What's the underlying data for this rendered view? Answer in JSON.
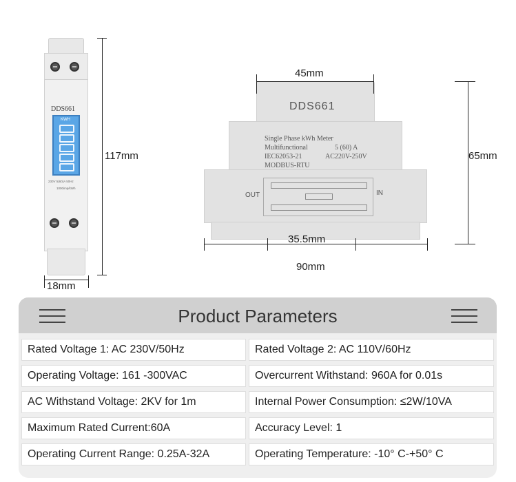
{
  "front_meter": {
    "model": "DDS661",
    "lcd_unit": "KWH",
    "spec_line": "230V 5(60)A 50Hz",
    "imp_line": "1000imp/kWh",
    "height_label": "117mm",
    "width_label": "18mm"
  },
  "side_meter": {
    "model": "DDS661",
    "line1": "Single Phase kWh Meter",
    "line2_left": "Multifunctional",
    "line2_right": "5 (60) A",
    "line3_left": "IEC62053-21",
    "line3_right": "AC220V-250V",
    "line4": "MODBUS-RTU",
    "out_label": "OUT",
    "in_label": "IN",
    "top_width_label": "45mm",
    "height_label": "65mm",
    "rail_label": "35.5mm",
    "total_width_label": "90mm"
  },
  "params": {
    "title": "Product Parameters",
    "rows": [
      {
        "left": "Rated Voltage 1: AC 230V/50Hz",
        "right": "Rated Voltage 2: AC 110V/60Hz"
      },
      {
        "left": "Operating Voltage: 161 -300VAC",
        "right": "Overcurrent Withstand: 960A for 0.01s"
      },
      {
        "left": "AC Withstand Voltage: 2KV for 1m",
        "right": "Internal Power Consumption: ≤2W/10VA"
      },
      {
        "left": "Maximum Rated Current:60A",
        "right": "Accuracy Level: 1"
      },
      {
        "left": "Operating Current Range: 0.25A-32A",
        "right": "Operating Temperature: -10° C-+50° C"
      }
    ]
  }
}
